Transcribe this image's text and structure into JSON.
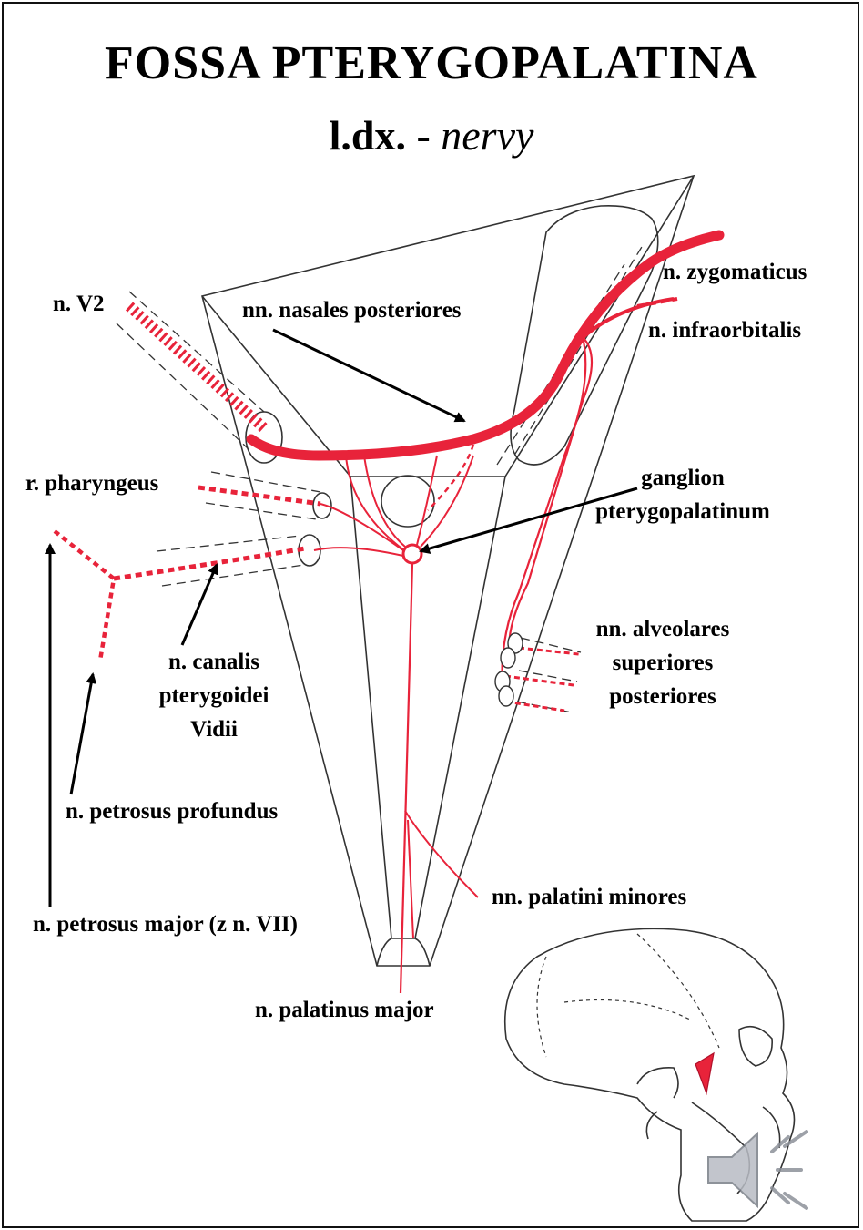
{
  "title": "FOSSA PTERYGOPALATINA",
  "subtitle": {
    "prefix": "l.dx. - ",
    "italic": "nervy"
  },
  "labels": {
    "n_v2": "n. V2",
    "nasales": "nn. nasales posteriores",
    "zygomaticus": "n.  zygomaticus",
    "infraorbitalis": "n. infraorbitalis",
    "pharyngeus": "r. pharyngeus",
    "ganglion_1": "ganglion",
    "ganglion_2": "pterygopalatinum",
    "alveolares_1": "nn. alveolares",
    "alveolares_2": "superiores",
    "alveolares_3": "posteriores",
    "canalis_1": "n. canalis",
    "canalis_2": "pterygoidei",
    "canalis_3": "Vidii",
    "petrosus_profundus": "n. petrosus profundus",
    "palatini_minores": "nn. palatini minores",
    "petrosus_major": "n. petrosus major (z n. VII)",
    "palatinus_major": "n. palatinus major"
  },
  "colors": {
    "nerve": "#e8233a",
    "outline": "#333333",
    "bone": "#555555"
  },
  "icons": {
    "speaker": "speaker-icon"
  }
}
